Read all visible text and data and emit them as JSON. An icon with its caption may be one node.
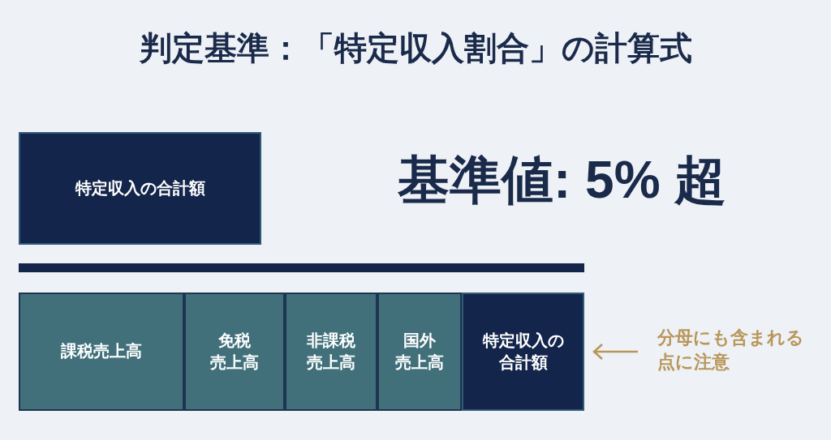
{
  "diagram": {
    "title": "判定基準：「特定収入割合」の計算式",
    "nodes": [
      {
        "text": [
          "特定収入の合計額"
        ]
      },
      {
        "text": [
          "課税売上高"
        ]
      },
      {
        "text": [
          "免税売上高"
        ]
      },
      {
        "text": [
          "非課税売上高"
        ]
      },
      {
        "text": [
          "国外売上高"
        ]
      },
      {
        "text": [
          "特定収入の合計額"
        ]
      },
      {
        "text": [
          "分母にも含まれる点に注意"
        ]
      }
    ],
    "edges": [
      {
        "from": 6,
        "to": 5,
        "arrow": "to",
        "color": "#b8965a"
      }
    ],
    "labels": [
      "基準値: 5% 超"
    ]
  }
}
